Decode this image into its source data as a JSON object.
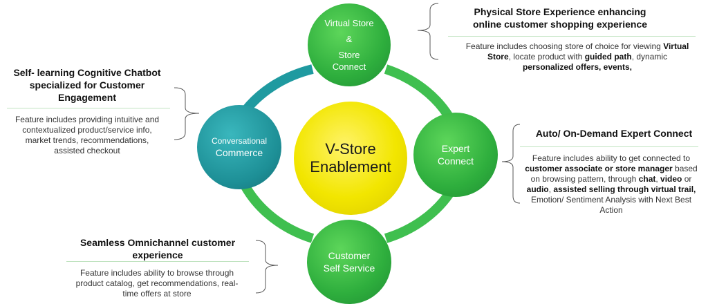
{
  "center": {
    "line1": "V-Store",
    "line2": "Enablement"
  },
  "nodes": {
    "top": {
      "line1": "Virtual Store",
      "amp": "&",
      "line2": "Store",
      "line3": "Connect"
    },
    "left": {
      "line1": "Conversational",
      "line2": "Commerce"
    },
    "right": {
      "line1": "Expert",
      "line2": "Connect"
    },
    "bottom": {
      "line1": "Customer",
      "line2": "Self Service"
    }
  },
  "callouts": {
    "top_right": {
      "title_line1": "Physical Store Experience enhancing",
      "title_line2": "online customer shopping experience",
      "d1": "Feature includes choosing store of choice for viewing ",
      "d1b": "Virtual",
      "d2b": "Store",
      "d2": ", locate product with ",
      "d2b2": "guided path",
      "d2c": ", dynamic",
      "d3b": "personalized offers, events,"
    },
    "left": {
      "title_line1": "Self- learning Cognitive Chatbot",
      "title_line2": "specialized for Customer",
      "title_line3": "Engagement",
      "d1": "Feature includes providing intuitive and",
      "d2": "contextualized product/service info,",
      "d3": "market trends, recommendations,",
      "d4": "assisted checkout"
    },
    "right": {
      "title": "Auto/ On-Demand Expert Connect",
      "d1": "Feature includes ability to get connected to",
      "d2b": "customer associate or store manager",
      "d2": " based",
      "d3": "on browsing pattern, through ",
      "d3b": "chat",
      "d3c": ", ",
      "d3b2": "video",
      "d3d": " or",
      "d4b": "audio",
      "d4c": ", ",
      "d4b2": "assisted selling through virtual trail,",
      "d5": "Emotion/ Sentiment Analysis with Next Best",
      "d6": "Action"
    },
    "bottom_left": {
      "title_line1": "Seamless Omnichannel customer",
      "title_line2": "experience",
      "d1": "Feature includes ability to browse through",
      "d2": "product catalog, get recommendations, real-",
      "d3": "time offers at store"
    }
  },
  "colors": {
    "green": "#2eae3d",
    "teal": "#1d8f96",
    "yellow": "#f2e600",
    "ring_green": "#3fbf4f",
    "ring_teal": "#1f9aa0"
  }
}
